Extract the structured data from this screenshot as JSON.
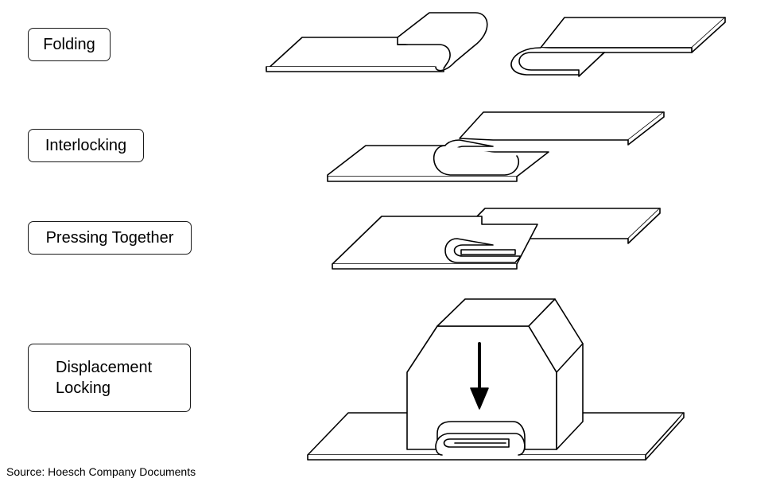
{
  "steps": {
    "folding": "Folding",
    "interlocking": "Interlocking",
    "pressing": "Pressing Together",
    "displacement": "Displacement\nLocking"
  },
  "source": "Source: Hoesch Company Documents"
}
